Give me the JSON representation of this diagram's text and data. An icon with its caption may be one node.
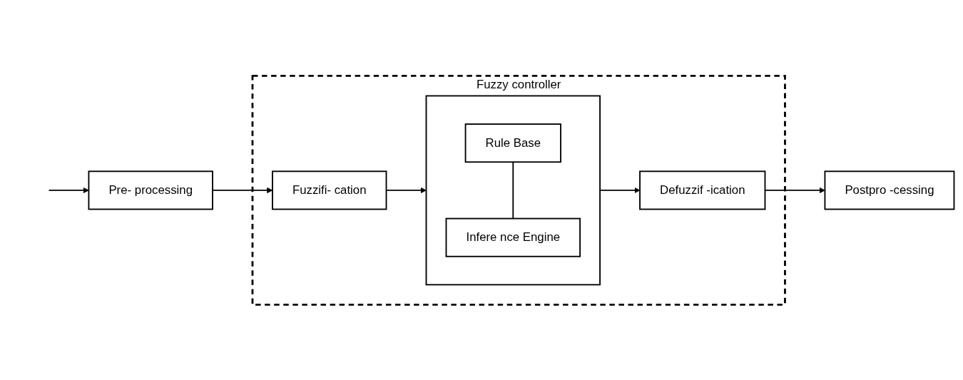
{
  "diagram": {
    "nodes": [
      {
        "text": [
          "Pre- processing"
        ]
      },
      {
        "text": [
          "Fuzzy controller"
        ]
      },
      {
        "text": [
          "Fuzzifi- cation"
        ],
        "in": 1
      },
      {
        "text": [],
        "shape": "box",
        "in": 1
      },
      {
        "text": [
          "Rule Base"
        ],
        "in": 3
      },
      {
        "text": [
          "Infere nce Engine"
        ],
        "in": 3
      },
      {
        "text": [
          "Defuzzif -ication"
        ],
        "in": 1
      },
      {
        "text": [
          "Postpro -cessing"
        ]
      }
    ],
    "edges": [
      {
        "from": null,
        "to": 0,
        "arrow": "to"
      },
      {
        "from": 0,
        "to": 2,
        "arrow": "to"
      },
      {
        "from": 2,
        "to": 3,
        "arrow": "to"
      },
      {
        "from": 4,
        "to": 5,
        "arrow": "none"
      },
      {
        "from": 3,
        "to": 6,
        "arrow": "to"
      },
      {
        "from": 6,
        "to": 7,
        "arrow": "to"
      }
    ]
  }
}
